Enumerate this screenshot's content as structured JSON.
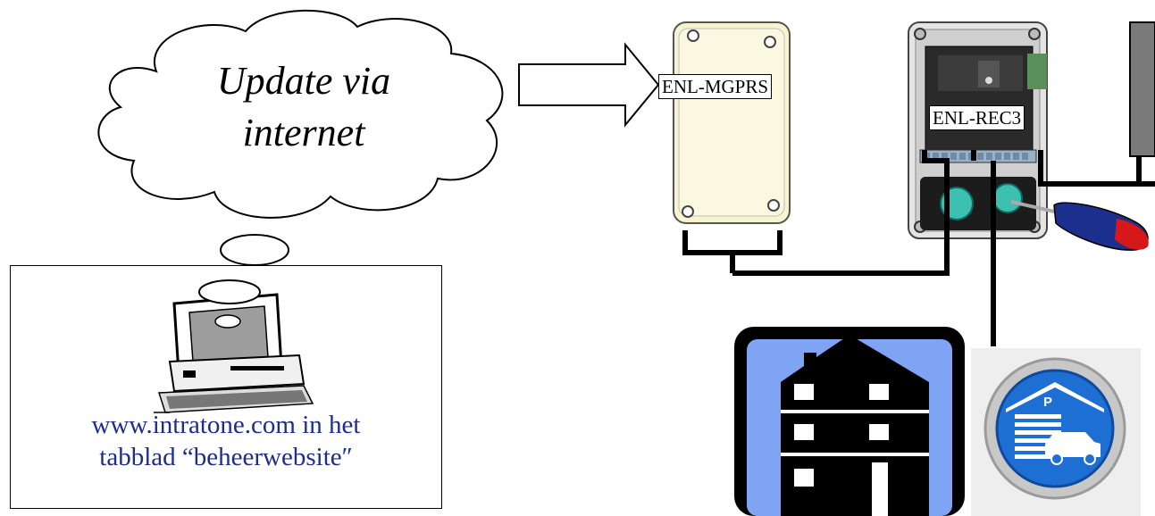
{
  "cloud": {
    "line1": "Update via",
    "line2": "internet"
  },
  "computer": {
    "caption_line1": "www.intratone.com in het",
    "caption_line2": "tabblad “beheerwebsite″"
  },
  "devices": {
    "gprs_label": "ENL-MGPRS",
    "receiver_label": "ENL-REC3"
  },
  "icons": {
    "building": "apartment-building-icon",
    "garage": "garage-door-car-icon",
    "garage_letter": "P"
  },
  "colors": {
    "building_bg": "#7ea4f3",
    "garage_blue": "#1e6fd3",
    "caption_text": "#1f2d8a",
    "gprs_body": "#f8f4d0",
    "terminal_green": "#3cc0b0"
  }
}
